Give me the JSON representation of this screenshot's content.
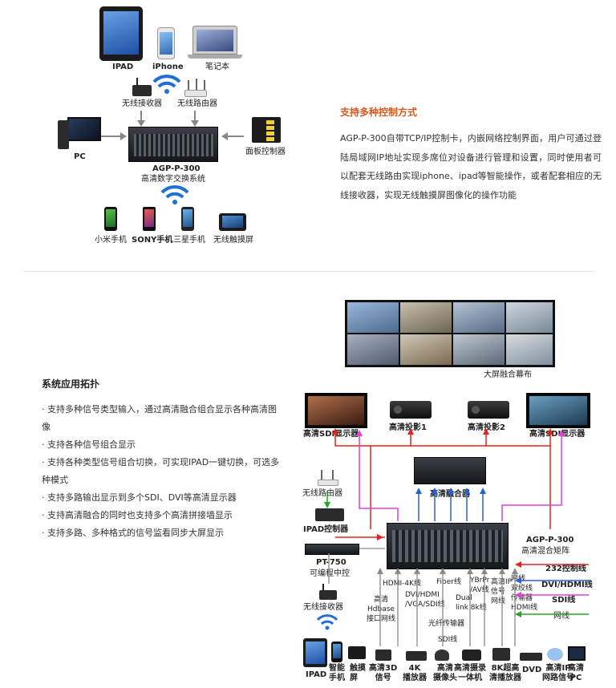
{
  "top_diagram": {
    "devices": {
      "ipad": "IPAD",
      "iphone": "iPhone",
      "laptop": "笔记本",
      "wireless_receiver": "无线接收器",
      "wireless_router": "无线路由器",
      "pc": "PC",
      "panel_controller": "面板控制器",
      "matrix_model": "AGP-P-300",
      "matrix_name": "高清数字交换系统",
      "phone_xiaomi": "小米手机",
      "phone_sony": "SONY手机",
      "phone_samsung": "三星手机",
      "wireless_touch": "无线触摸屏"
    }
  },
  "control_section": {
    "heading": "支持多种控制方式",
    "paragraph": "AGP-P-300自带TCP/IP控制卡，内嵌网络控制界面，用户可通过登陆局域网IP地址实现多席位对设备进行管理和设置，同时使用者可以配套无线路由实现iphone、ipad等智能操作，或者配套相应的无线接收器，实现无线触摸屏图像化的操作功能"
  },
  "system_section": {
    "title": "系统应用拓扑",
    "features": [
      "· 支持多种信号类型输入，通过高清融合组合显示各种高清图像",
      "· 支持各种信号组合显示",
      "· 支持各种类型信号组合切换，可实现IPAD一键切换，可选多种模式",
      "· 支持多路输出显示到多个SDI、DVI等高清显示器",
      "· 支持高清融合的同时也支持多个高清拼接墙显示",
      "· 支持多路、多种格式的信号监看同步大屏显示"
    ]
  },
  "topology": {
    "big_screen": "大屏融合幕布",
    "sdi_display_left": "高清SDI显示器",
    "projector1": "高清投影1",
    "projector2": "高清投影2",
    "sdi_display_right": "高清SDI显示器",
    "fusion": "高清融合器",
    "router": "无线路由器",
    "ipad_controller": "IPAD控制器",
    "pt750_model": "PT-750",
    "pt750_name": "可编程中控",
    "matrix_model": "AGP-P-300",
    "matrix_name": "高清混合矩阵",
    "receiver": "无线接收器",
    "rs232": "232控制线",
    "dvi_hdmi": "DVI/HDMI线",
    "sdi_line": "SDI线",
    "network_line": "网线",
    "hdbase": "高清\nHdbase\n接口网线",
    "hdmi4k": "HDMI-4K线",
    "dvi_hdmi_vga_sdi": "DVI/HDMI\n/VGA/SDI线",
    "fiber": "Fiber线",
    "fiber_transmitter": "光纤传输器",
    "sdi_cable": "SDI线",
    "dual_link": "Dual\nlink 8k线",
    "ybrpr": "YBrPr\n/AV线",
    "ip_signal": "高清IP\n信号\n网线",
    "twisted": "网线\n双绞线\n传输器\nHDMI线",
    "bottom_items": [
      "IPAD",
      "智能\n手机",
      "触摸\n屏",
      "高清3D\n信号",
      "4K\n播放器",
      "高清\n摄像头",
      "高清摄录\n一体机",
      "8K超高\n清播放器",
      "DVD",
      "高清IP\n网路信号",
      "高清\nPC"
    ]
  },
  "colors": {
    "accent_orange": "#d9581e",
    "line_red": "#e8221b",
    "line_blue": "#2a5fd6",
    "line_magenta": "#e23fd8",
    "line_green": "#22a822",
    "line_gray": "#8a8a8a"
  }
}
